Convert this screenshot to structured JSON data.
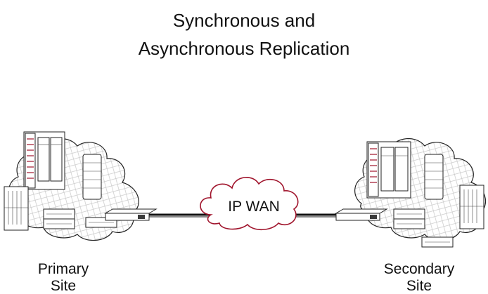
{
  "title_line1": "Synchronous and",
  "title_line2": "Asynchronous Replication",
  "primary_site": {
    "line1": "Primary",
    "line2": "Site"
  },
  "secondary_site": {
    "line1": "Secondary",
    "line2": "Site"
  },
  "wan": {
    "label": "IP WAN",
    "color": "#a0142c"
  },
  "accent_color": "#a0142c"
}
